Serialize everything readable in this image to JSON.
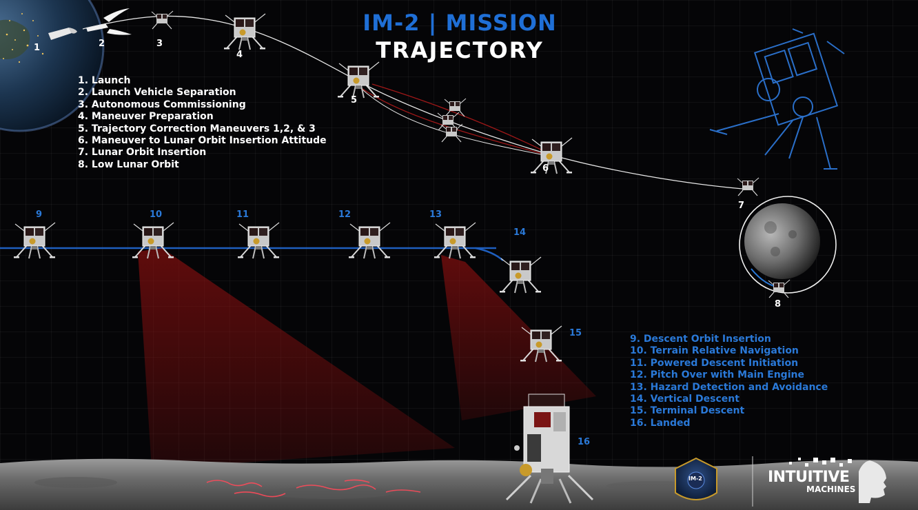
{
  "title": {
    "line1": "IM-2 | MISSION",
    "line2": "TRAJECTORY"
  },
  "phases_cruise": [
    "1. Launch",
    "2. Launch Vehicle Separation",
    "3. Autonomous Commissioning",
    "4. Maneuver Preparation",
    "5. Trajectory Correction Maneuvers 1,2, & 3",
    "6. Maneuver to Lunar Orbit Insertion Attitude",
    "7. Lunar Orbit Insertion",
    "8. Low Lunar Orbit"
  ],
  "phases_descent": [
    "9. Descent Orbit Insertion",
    "10. Terrain Relative Navigation",
    "11. Powered Descent Initiation",
    "12. Pitch Over with Main Engine",
    "13. Hazard Detection and Avoidance",
    "14. Vertical Descent",
    "15. Terminal Descent",
    "16. Landed"
  ],
  "step_numbers": [
    "1",
    "2",
    "3",
    "4",
    "5",
    "6",
    "7",
    "8",
    "9",
    "10",
    "11",
    "12",
    "13",
    "14",
    "15",
    "16"
  ],
  "mission_patch_label": "IM-2",
  "brand": {
    "line1": "INTUITIVE",
    "line2": "MACHINES"
  },
  "colors": {
    "accent_blue": "#1f6fd6",
    "trajectory": "#e8e8e8",
    "correction_paths": "#a01818",
    "sensor_cone": "#8a0f0f",
    "background": "#050507"
  },
  "icons": [
    "earth-icon",
    "rocket-icon",
    "lander-icon",
    "moon-icon",
    "lander-blueprint-icon",
    "mission-patch-icon",
    "company-logo-icon"
  ]
}
